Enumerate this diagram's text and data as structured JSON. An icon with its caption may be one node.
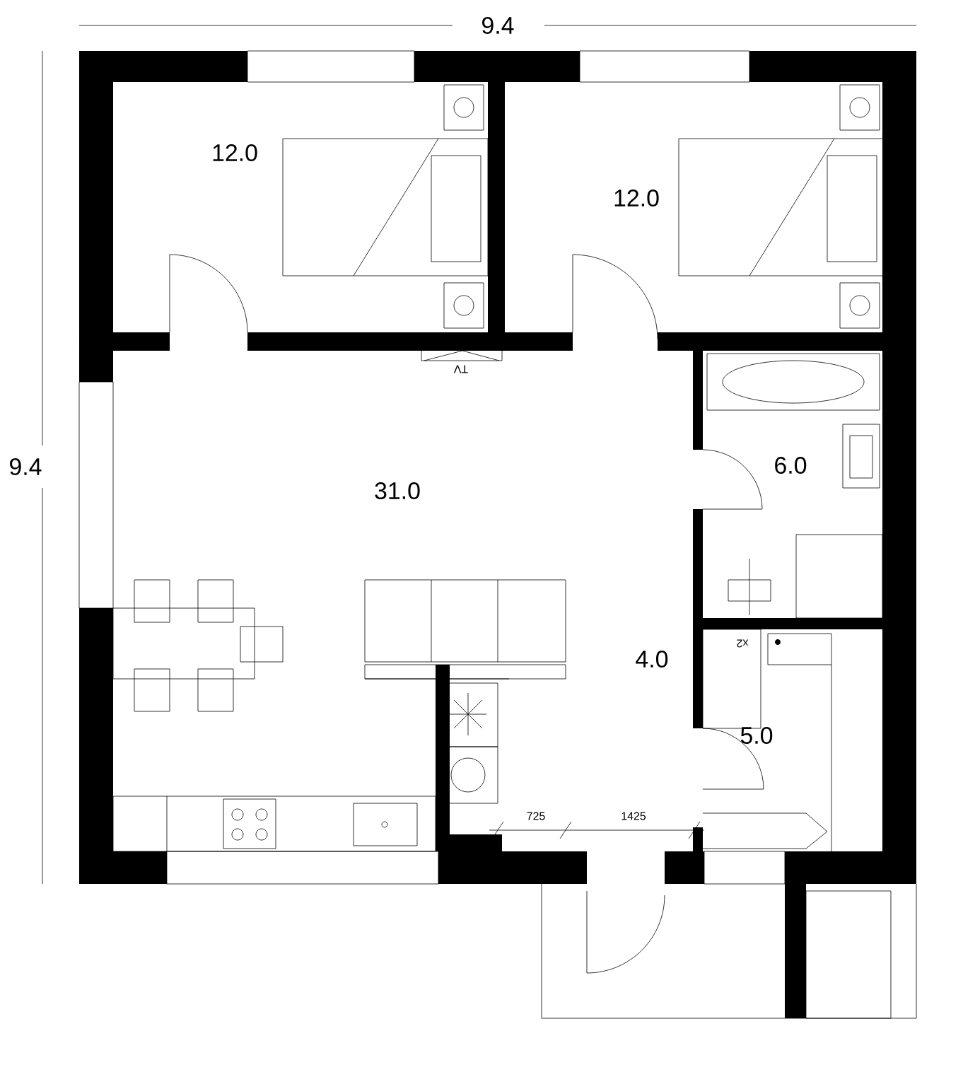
{
  "diagram": {
    "labels": [
      "9.4",
      "9.4",
      "12.0",
      "12.0",
      "TV",
      "31.0",
      "6.0",
      "x2",
      "4.0",
      "5.0",
      "725",
      "1425"
    ]
  }
}
